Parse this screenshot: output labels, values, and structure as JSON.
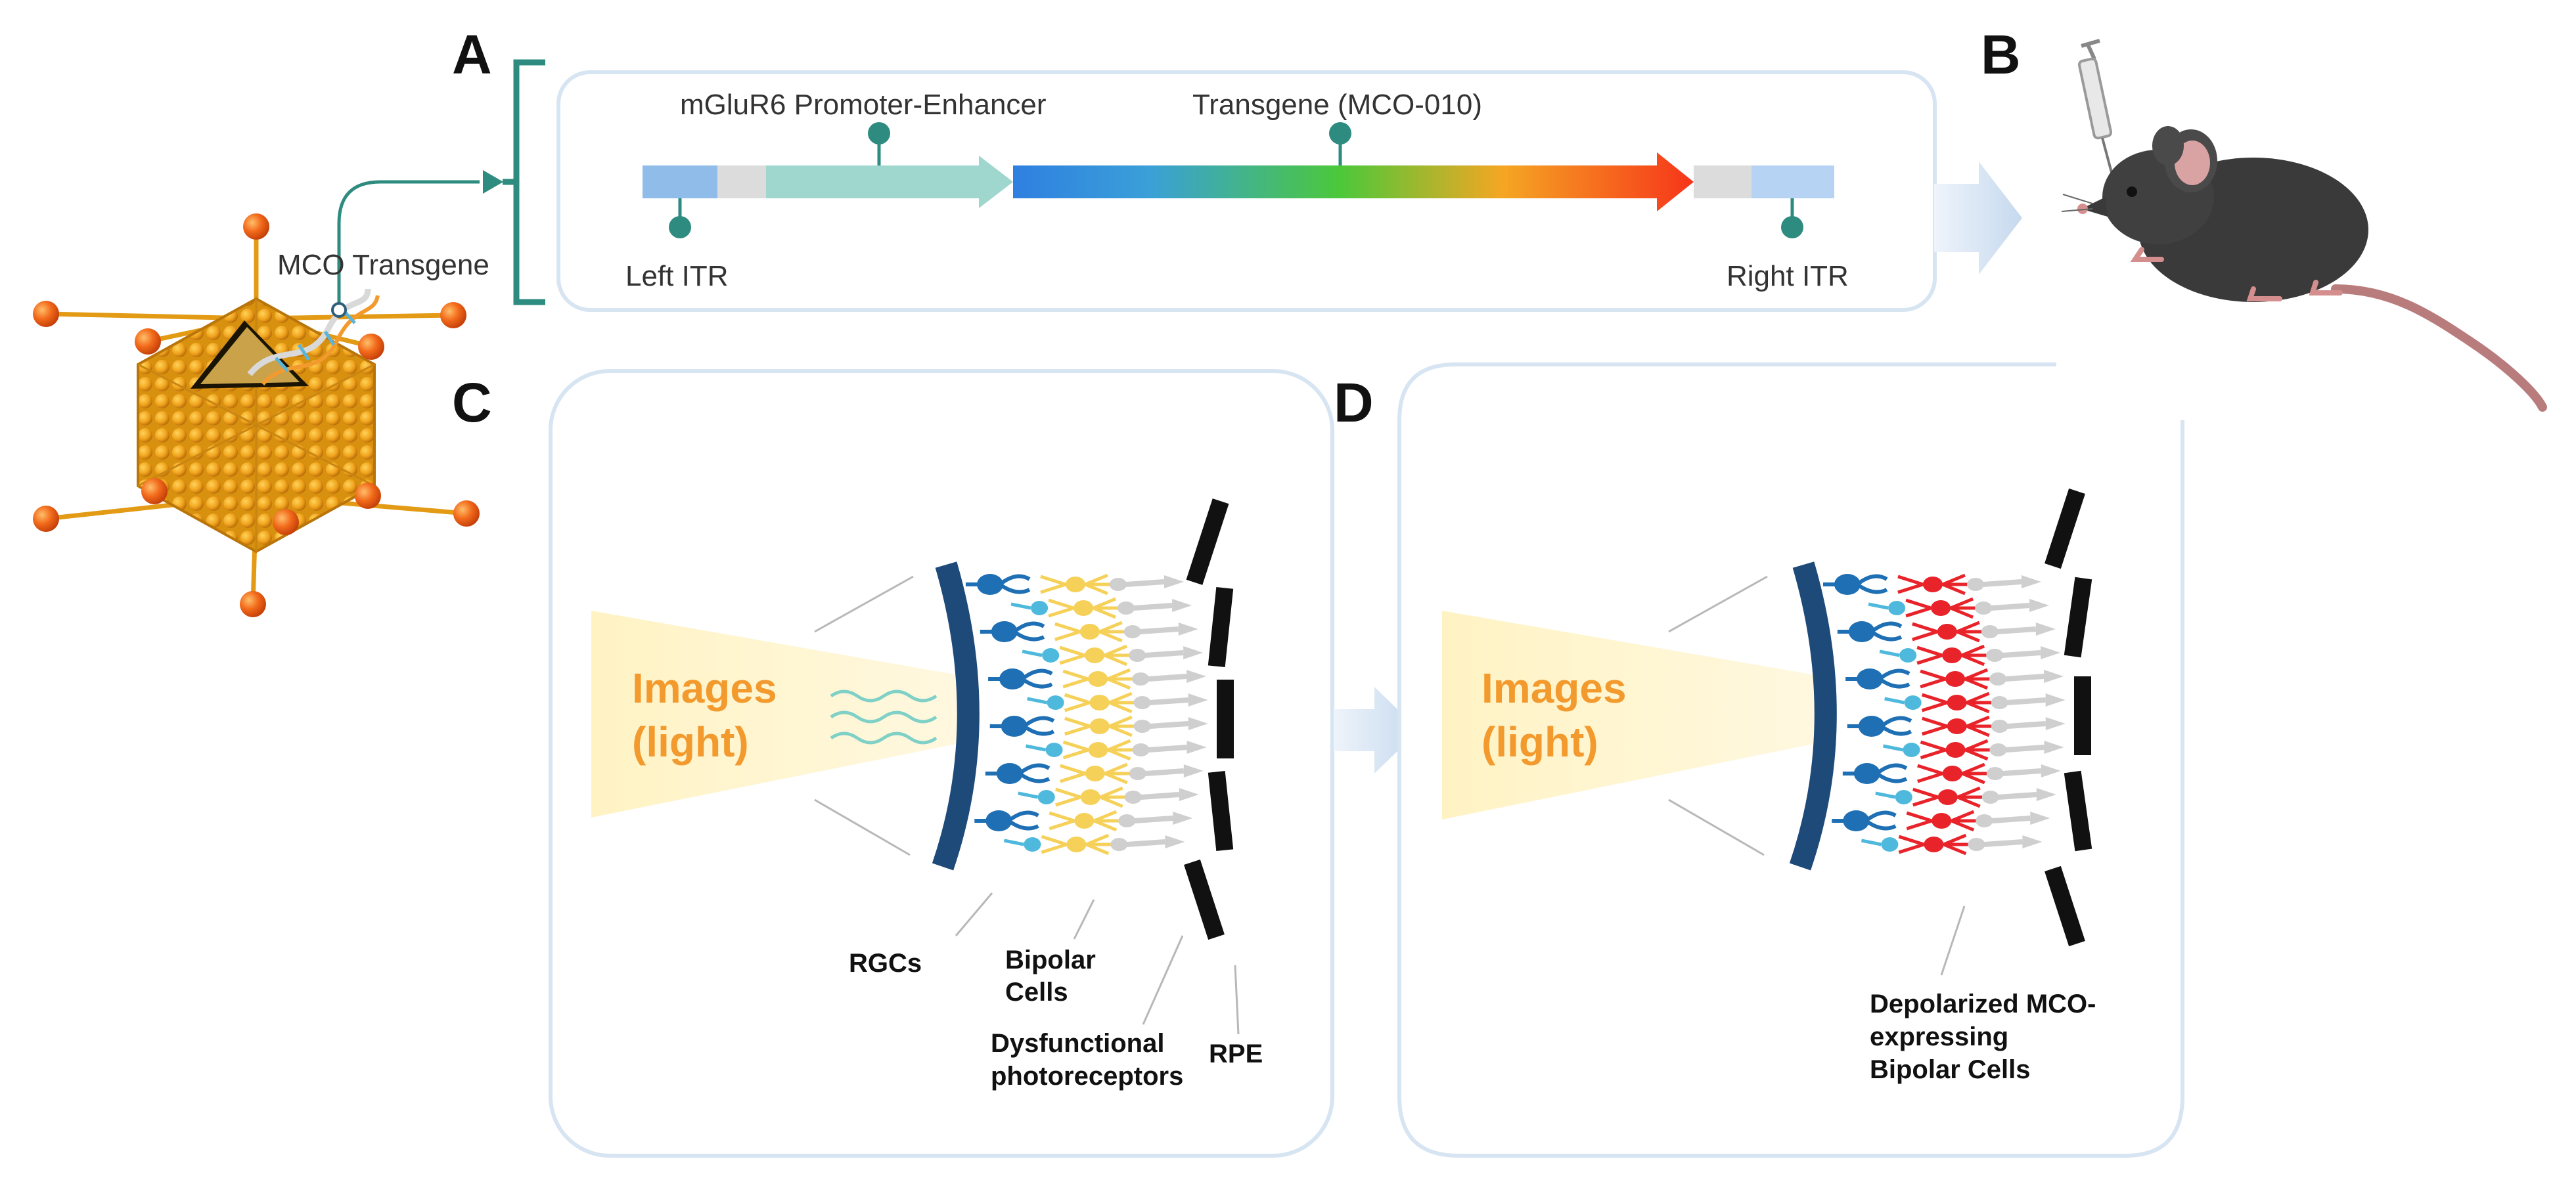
{
  "panel_letters": {
    "a": "A",
    "b": "B",
    "c": "C",
    "d": "D"
  },
  "construct": {
    "promoter_label": "mGluR6 Promoter-Enhancer",
    "transgene_label": "Transgene (MCO-010)",
    "left_itr_label": "Left ITR",
    "right_itr_label": "Right ITR"
  },
  "virus": {
    "transgene_label": "MCO Transgene"
  },
  "panel_c": {
    "light_line1": "Images",
    "light_line2": "(light)",
    "rgc_label": "RGCs",
    "bipolar_line1": "Bipolar",
    "bipolar_line2": "Cells",
    "photoreceptor_line1": "Dysfunctional",
    "photoreceptor_line2": "photoreceptors",
    "rpe_label": "RPE"
  },
  "panel_d": {
    "light_line1": "Images",
    "light_line2": "(light)",
    "depol_line1": "Depolarized MCO-",
    "depol_line2": "expressing",
    "depol_line3": "Bipolar Cells"
  },
  "colors": {
    "accent_teal": "#2e8b7f",
    "light_text": "#f39a2e",
    "rgc_blue": "#1f6fb4",
    "retina_arc": "#1e4a7a",
    "bipolar_cyan": "#4fb9dd",
    "bipolar_yellow": "#f6d15a",
    "bipolar_red": "#e8232a",
    "photoreceptor_gray": "#cfcfcf"
  }
}
